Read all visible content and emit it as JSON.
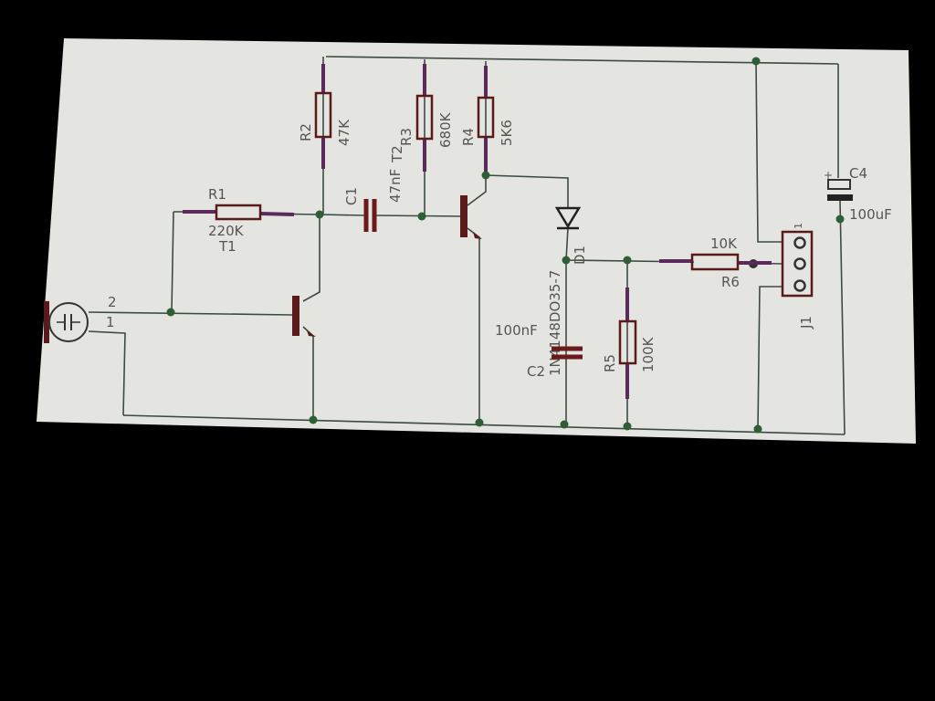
{
  "schematic": {
    "mic": {
      "pin2": "2",
      "pin1": "1"
    },
    "r1": {
      "ref": "R1",
      "value": "220K"
    },
    "t1": {
      "ref": "T1"
    },
    "r2": {
      "ref": "R2",
      "value": "47K"
    },
    "c1": {
      "ref": "C1",
      "value": "47nF"
    },
    "t2": {
      "ref": "T2"
    },
    "r3": {
      "ref": "R3",
      "value": "680K"
    },
    "r4": {
      "ref": "R4",
      "value": "5K6"
    },
    "d1": {
      "ref": "D1",
      "value": "1N4148DO35-7"
    },
    "c2": {
      "ref": "C2",
      "value": "100nF"
    },
    "r5": {
      "ref": "R5",
      "value": "100K"
    },
    "r6": {
      "ref": "R6",
      "value": "10K"
    },
    "j1": {
      "ref": "J1",
      "pin1": "1"
    },
    "c4": {
      "ref": "C4",
      "value": "100uF",
      "polarity": "+"
    }
  },
  "colors": {
    "background": "#e6e7e2",
    "wire": "#3c4a44",
    "junction": "#2e5e34",
    "component": "#5a1a1a"
  }
}
